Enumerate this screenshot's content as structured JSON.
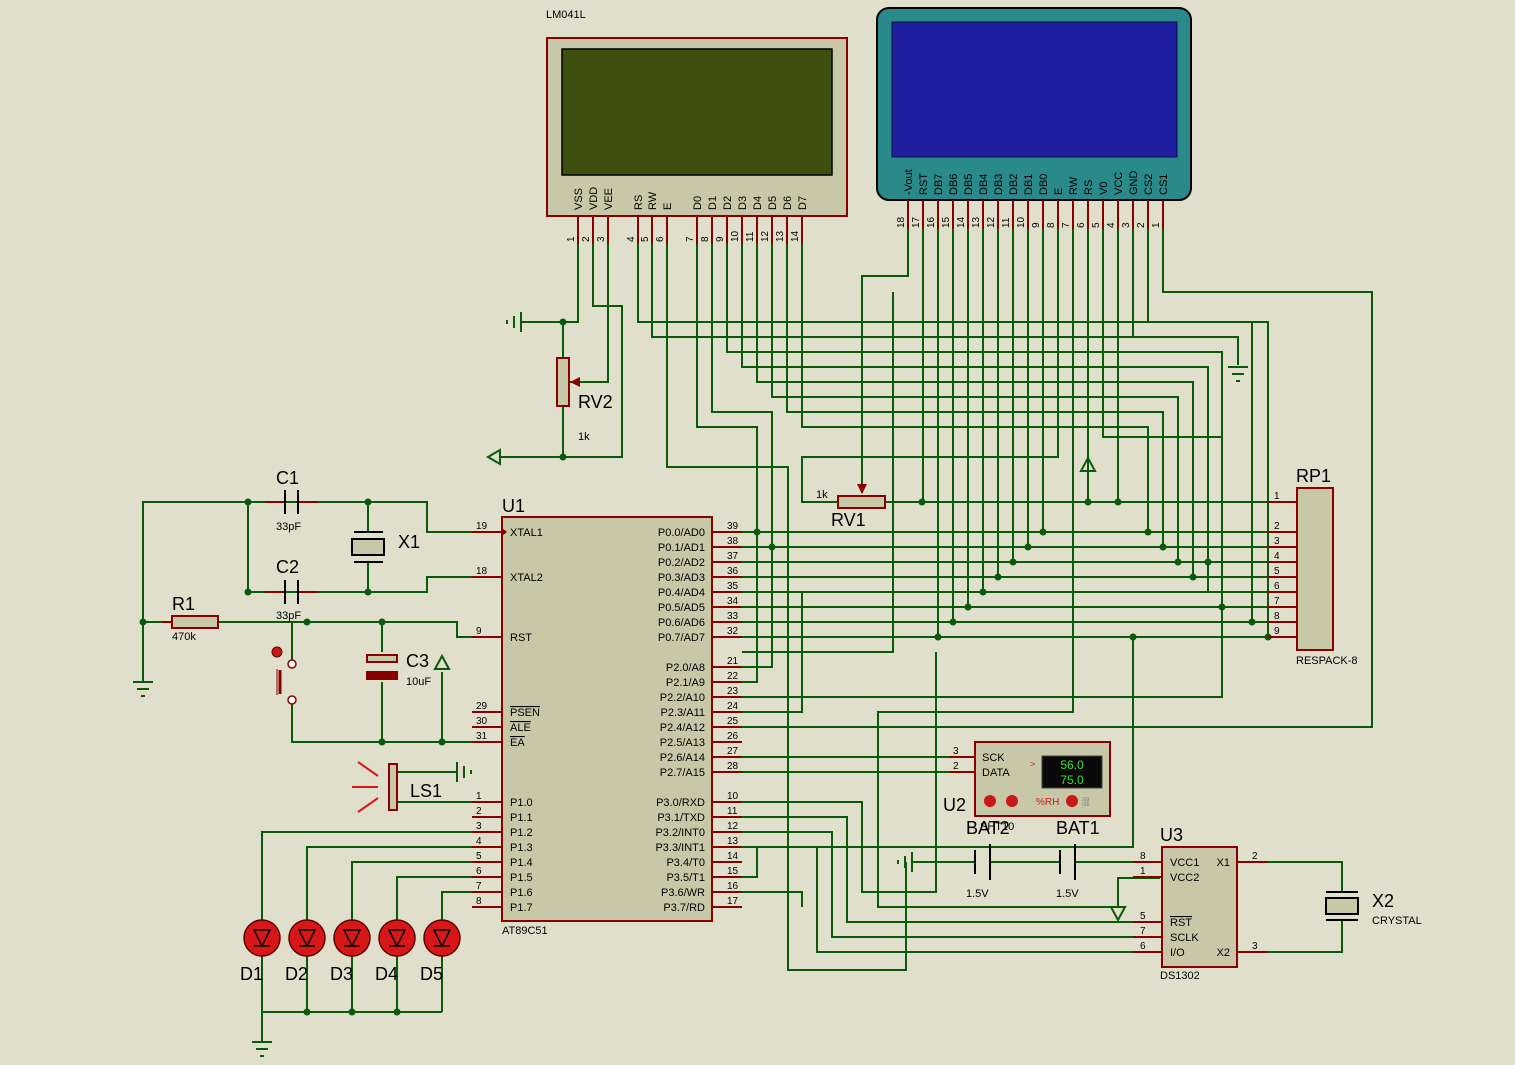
{
  "lcd1": {
    "ref": "LM041L",
    "pins": [
      "VSS",
      "VDD",
      "VEE",
      "RS",
      "RW",
      "E",
      "D0",
      "D1",
      "D2",
      "D3",
      "D4",
      "D5",
      "D6",
      "D7"
    ],
    "nums": [
      "1",
      "2",
      "3",
      "4",
      "5",
      "6",
      "7",
      "8",
      "9",
      "10",
      "11",
      "12",
      "13",
      "14"
    ]
  },
  "lcd2": {
    "pins": [
      "-Vout",
      "RST",
      "DB7",
      "DB6",
      "DB5",
      "DB4",
      "DB3",
      "DB2",
      "DB1",
      "DB0",
      "E",
      "RW",
      "RS",
      "V0",
      "VCC",
      "GND",
      "CS2",
      "CS1"
    ],
    "nums": [
      "18",
      "17",
      "16",
      "15",
      "14",
      "13",
      "12",
      "11",
      "10",
      "9",
      "8",
      "7",
      "6",
      "5",
      "4",
      "3",
      "2",
      "1"
    ]
  },
  "u1": {
    "ref": "U1",
    "part": "AT89C51",
    "left_pins": [
      {
        "num": "19",
        "name": "XTAL1"
      },
      {
        "num": "18",
        "name": "XTAL2"
      },
      {
        "num": "9",
        "name": "RST"
      },
      {
        "num": "29",
        "name": "PSEN"
      },
      {
        "num": "30",
        "name": "ALE"
      },
      {
        "num": "31",
        "name": "EA"
      },
      {
        "num": "1",
        "name": "P1.0"
      },
      {
        "num": "2",
        "name": "P1.1"
      },
      {
        "num": "3",
        "name": "P1.2"
      },
      {
        "num": "4",
        "name": "P1.3"
      },
      {
        "num": "5",
        "name": "P1.4"
      },
      {
        "num": "6",
        "name": "P1.5"
      },
      {
        "num": "7",
        "name": "P1.6"
      },
      {
        "num": "8",
        "name": "P1.7"
      }
    ],
    "right_pins": [
      {
        "num": "39",
        "name": "P0.0/AD0"
      },
      {
        "num": "38",
        "name": "P0.1/AD1"
      },
      {
        "num": "37",
        "name": "P0.2/AD2"
      },
      {
        "num": "36",
        "name": "P0.3/AD3"
      },
      {
        "num": "35",
        "name": "P0.4/AD4"
      },
      {
        "num": "34",
        "name": "P0.5/AD5"
      },
      {
        "num": "33",
        "name": "P0.6/AD6"
      },
      {
        "num": "32",
        "name": "P0.7/AD7"
      },
      {
        "num": "21",
        "name": "P2.0/A8"
      },
      {
        "num": "22",
        "name": "P2.1/A9"
      },
      {
        "num": "23",
        "name": "P2.2/A10"
      },
      {
        "num": "24",
        "name": "P2.3/A11"
      },
      {
        "num": "25",
        "name": "P2.4/A12"
      },
      {
        "num": "26",
        "name": "P2.5/A13"
      },
      {
        "num": "27",
        "name": "P2.6/A14"
      },
      {
        "num": "28",
        "name": "P2.7/A15"
      },
      {
        "num": "10",
        "name": "P3.0/RXD"
      },
      {
        "num": "11",
        "name": "P3.1/TXD"
      },
      {
        "num": "12",
        "name": "P3.2/INT0"
      },
      {
        "num": "13",
        "name": "P3.3/INT1"
      },
      {
        "num": "14",
        "name": "P3.4/T0"
      },
      {
        "num": "15",
        "name": "P3.5/T1"
      },
      {
        "num": "16",
        "name": "P3.6/WR"
      },
      {
        "num": "17",
        "name": "P3.7/RD"
      }
    ]
  },
  "rp1": {
    "ref": "RP1",
    "part": "RESPACK-8",
    "nums": [
      "1",
      "2",
      "3",
      "4",
      "5",
      "6",
      "7",
      "8",
      "9"
    ]
  },
  "rv1": {
    "ref": "RV1",
    "value": "1k"
  },
  "rv2": {
    "ref": "RV2",
    "value": "1k"
  },
  "c1": {
    "ref": "C1",
    "value": "33pF"
  },
  "c2": {
    "ref": "C2",
    "value": "33pF"
  },
  "c3": {
    "ref": "C3",
    "value": "10uF"
  },
  "r1": {
    "ref": "R1",
    "value": "470k"
  },
  "x1": {
    "ref": "X1"
  },
  "ls1": {
    "ref": "LS1"
  },
  "leds": [
    "D1",
    "D2",
    "D3",
    "D4",
    "D5"
  ],
  "u2": {
    "ref": "U2",
    "pin_sck": "SCK",
    "pin_data": "DATA",
    "num_sck": "3",
    "num_data": "2",
    "temp": "56.0",
    "hum": "75.0",
    "rh_label": "%RH",
    "sub": "SHT10"
  },
  "bat1": {
    "ref": "BAT1",
    "value": "1.5V"
  },
  "bat2": {
    "ref": "BAT2",
    "value": "1.5V"
  },
  "u3": {
    "ref": "U3",
    "part": "DS1302",
    "left_pins": [
      {
        "num": "8",
        "name": "VCC1"
      },
      {
        "num": "1",
        "name": "VCC2"
      },
      {
        "num": "5",
        "name": "RST"
      },
      {
        "num": "7",
        "name": "SCLK"
      },
      {
        "num": "6",
        "name": "I/O"
      }
    ],
    "right_pins": [
      {
        "num": "2",
        "name": "X1"
      },
      {
        "num": "3",
        "name": "X2"
      }
    ]
  },
  "x2": {
    "ref": "X2",
    "part": "CRYSTAL"
  },
  "colors": {
    "wire": "#0b5a0b",
    "pin": "#8a0000",
    "body": "#c8c8a8",
    "lcd1_screen": "#3e5010",
    "lcd2_screen": "#1e1e9e",
    "lcd2_frame": "#2a8a8a",
    "led": "#d81818"
  }
}
